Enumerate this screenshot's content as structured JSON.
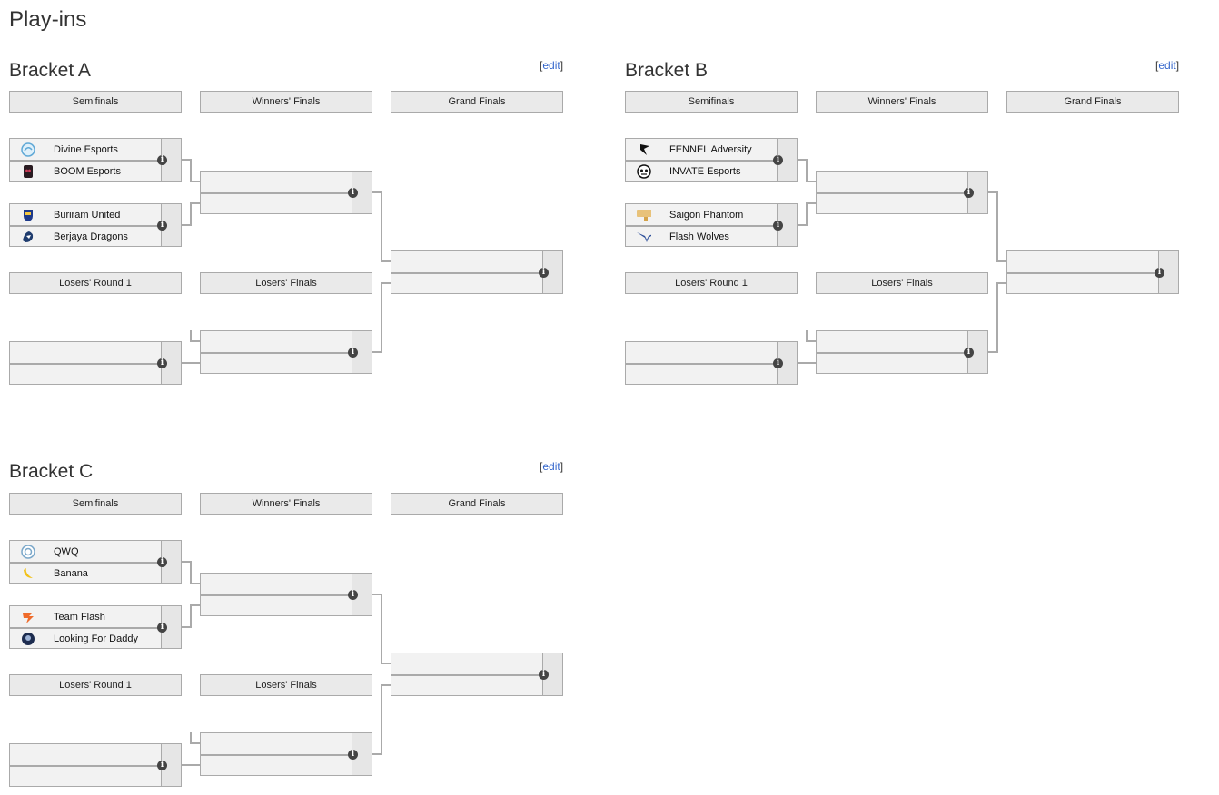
{
  "page": {
    "title": "Play-ins"
  },
  "edit_label": "edit",
  "round_labels": {
    "semifinals": "Semifinals",
    "winners_finals": "Winners' Finals",
    "grand_finals": "Grand Finals",
    "losers_round_1": "Losers' Round 1",
    "losers_finals": "Losers' Finals"
  },
  "brackets": [
    {
      "title": "Bracket A",
      "semifinals": [
        {
          "team1": {
            "name": "Divine Esports",
            "logo": "divine-esports-logo"
          },
          "team2": {
            "name": "BOOM Esports",
            "logo": "boom-esports-logo"
          }
        },
        {
          "team1": {
            "name": "Buriram United",
            "logo": "buriram-united-logo"
          },
          "team2": {
            "name": "Berjaya Dragons",
            "logo": "berjaya-dragons-logo"
          }
        }
      ]
    },
    {
      "title": "Bracket B",
      "semifinals": [
        {
          "team1": {
            "name": "FENNEL Adversity",
            "logo": "fennel-logo"
          },
          "team2": {
            "name": "INVATE Esports",
            "logo": "invate-esports-logo"
          }
        },
        {
          "team1": {
            "name": "Saigon Phantom",
            "logo": "saigon-phantom-logo"
          },
          "team2": {
            "name": "Flash Wolves",
            "logo": "flash-wolves-logo"
          }
        }
      ]
    },
    {
      "title": "Bracket C",
      "semifinals": [
        {
          "team1": {
            "name": "QWQ",
            "logo": "qwq-logo"
          },
          "team2": {
            "name": "Banana",
            "logo": "banana-logo"
          }
        },
        {
          "team1": {
            "name": "Team Flash",
            "logo": "team-flash-logo"
          },
          "team2": {
            "name": "Looking For Daddy",
            "logo": "looking-for-daddy-logo"
          }
        }
      ]
    }
  ],
  "colors": {
    "link": "#3366cc",
    "line": "#aaaaaa",
    "header_bg": "#eaeaea",
    "match_bg": "#f2f2f2",
    "info_icon": "#444444"
  }
}
